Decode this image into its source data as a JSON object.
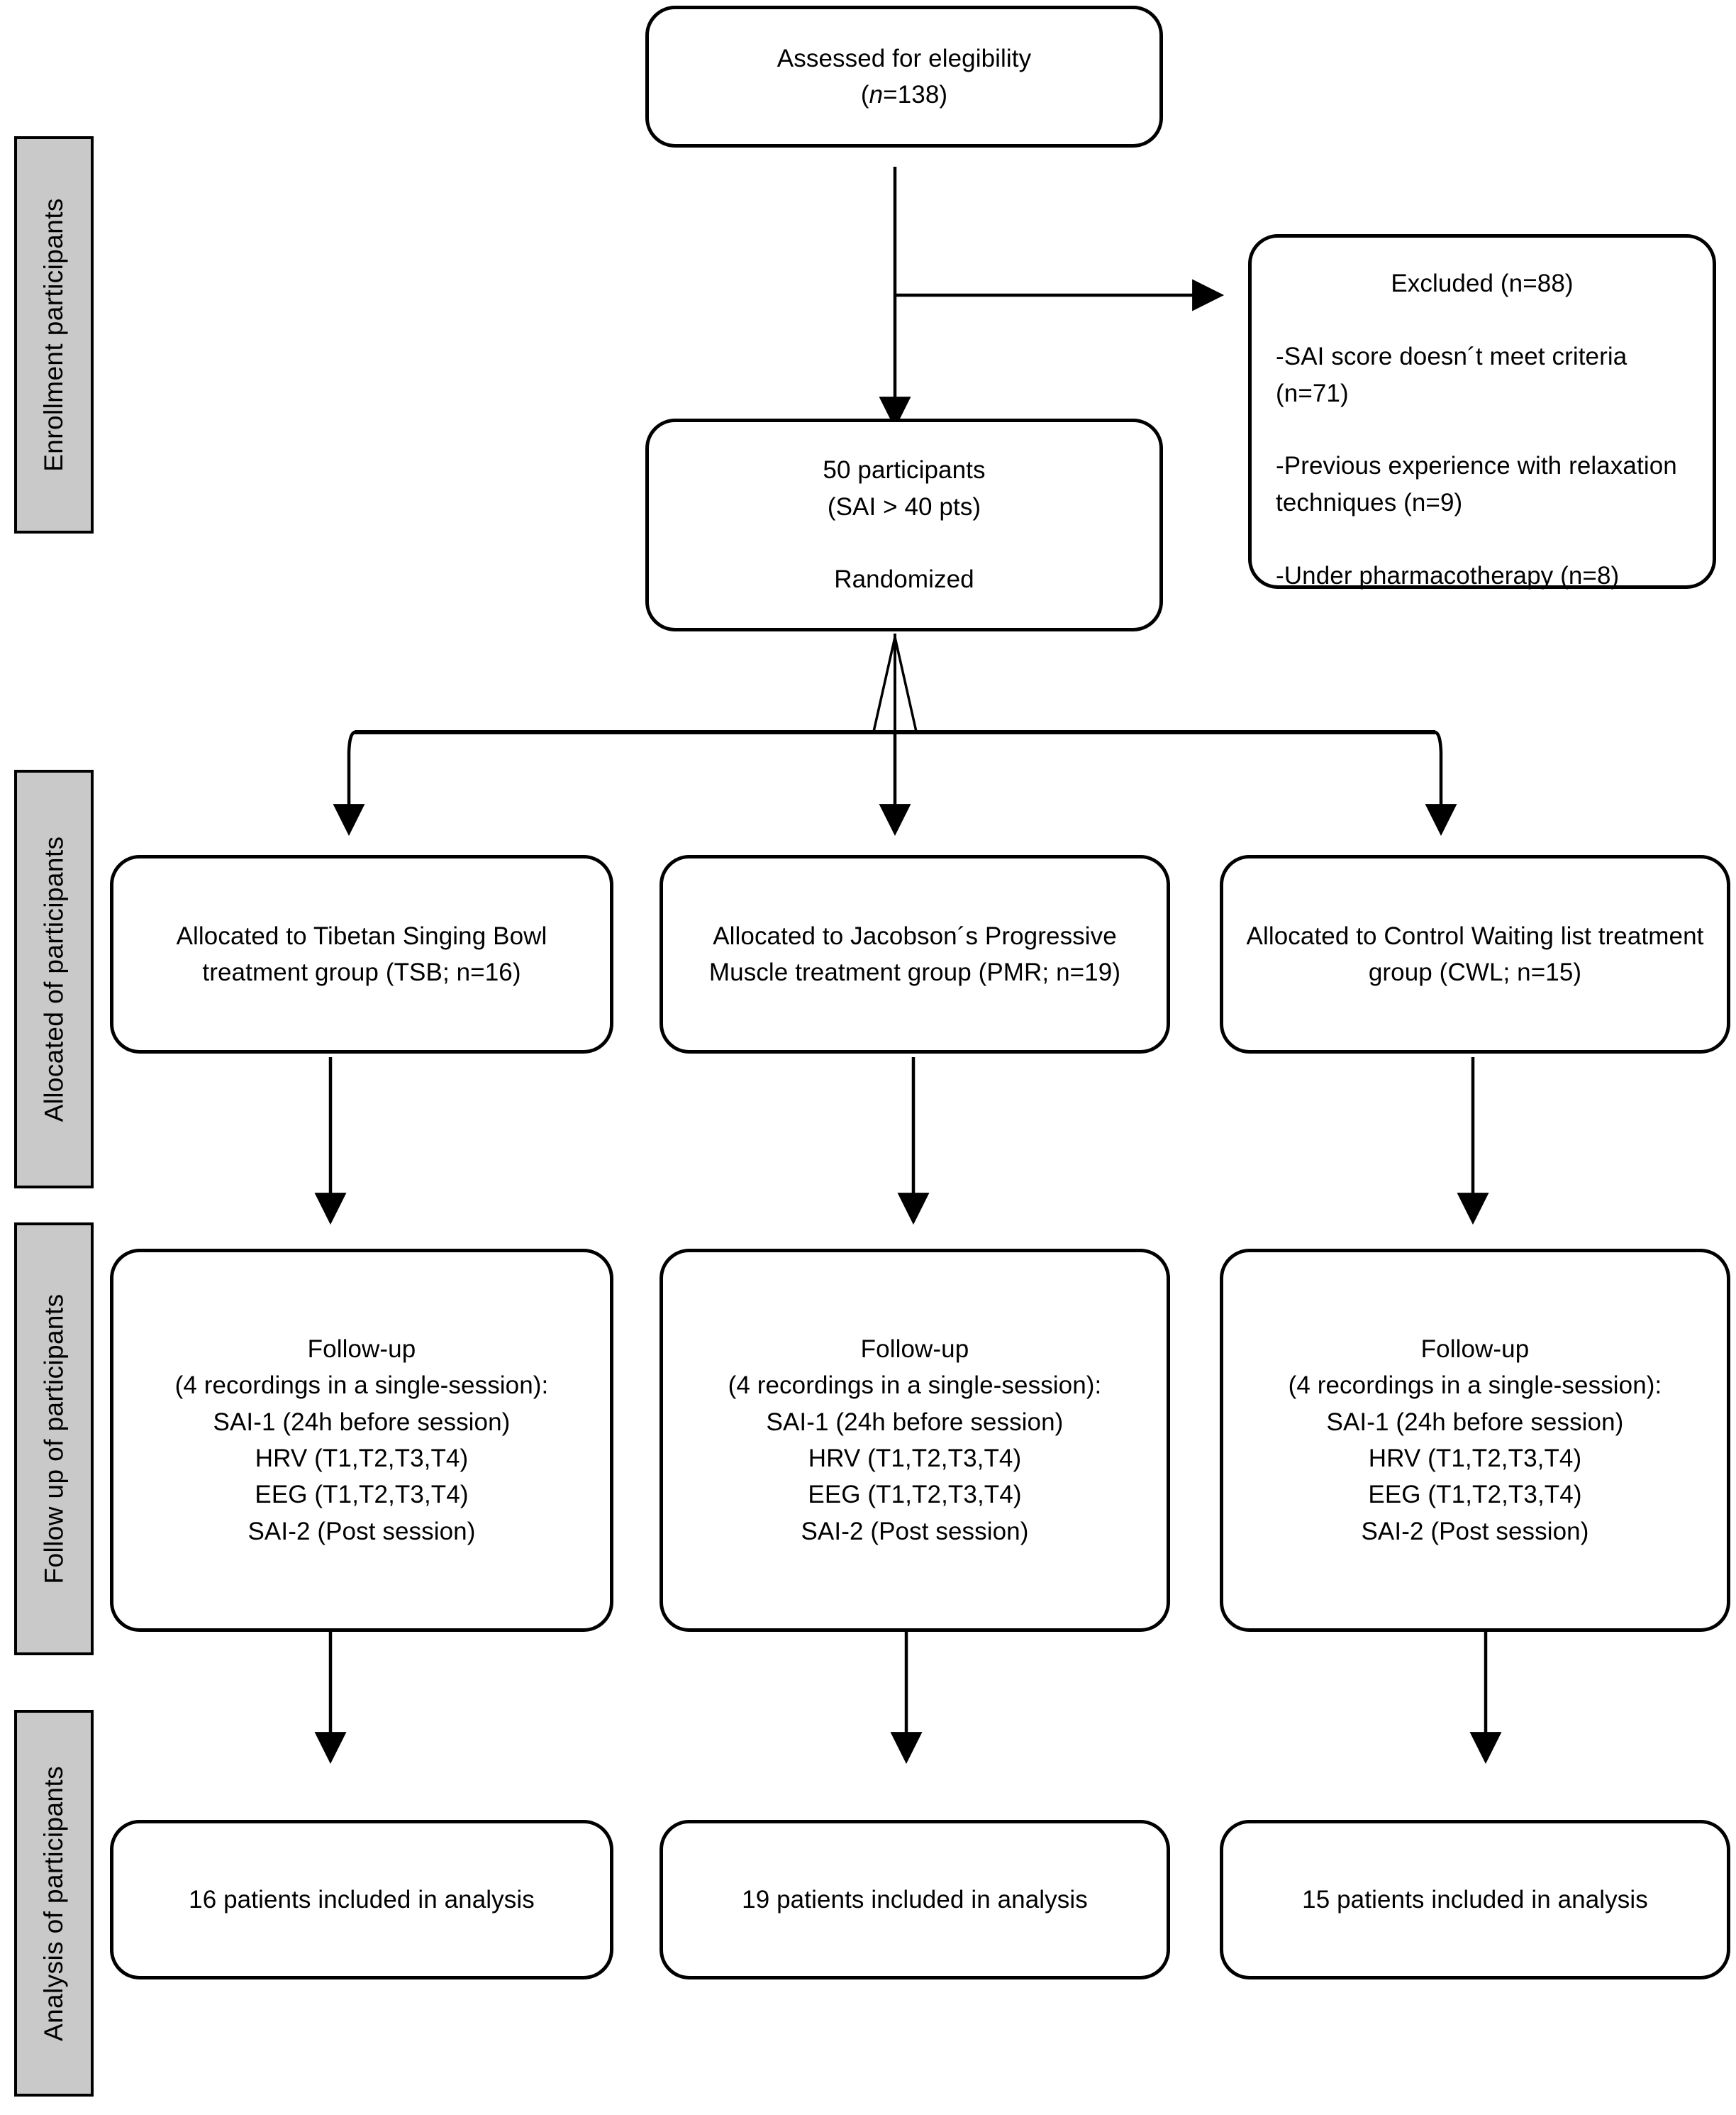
{
  "figure": {
    "type": "consort-flow-diagram",
    "background_color": "#ffffff",
    "line_color": "#000000",
    "stage_tab_fill": "#c9c9c9"
  },
  "stages": [
    {
      "id": "enrollment",
      "label": "Enrollment participants"
    },
    {
      "id": "allocation",
      "label": "Allocated of participants"
    },
    {
      "id": "followup",
      "label": "Follow up of participants"
    },
    {
      "id": "analysis",
      "label": "Analysis of participants"
    }
  ],
  "nodes": {
    "assessed": {
      "line1": "Assessed for elegibility",
      "line2_prefix": "(",
      "line2_italic": "n",
      "line2_suffix": "=138)"
    },
    "excluded": {
      "heading": "Excluded (n=88)",
      "items": [
        "-SAI score doesn´t meet criteria (n=71)",
        "-Previous experience with relaxation techniques (n=9)",
        "-Under pharmacotherapy (n=8)"
      ]
    },
    "randomized": {
      "text": "50 participants\n(SAI > 40 pts)\n\nRandomized"
    },
    "allocated_tsb": {
      "text": "Allocated to Tibetan Singing Bowl treatment group (TSB; n=16)"
    },
    "allocated_pmr": {
      "text": "Allocated to Jacobson´s Progressive Muscle treatment group (PMR; n=19)"
    },
    "allocated_cwl": {
      "text": "Allocated to Control Waiting list treatment group (CWL; n=15)"
    },
    "followup_tsb": {
      "text": "Follow-up\n(4 recordings in a single-session):\nSAI-1 (24h before session)\nHRV (T1,T2,T3,T4)\nEEG (T1,T2,T3,T4)\nSAI-2 (Post session)"
    },
    "followup_pmr": {
      "text": "Follow-up\n(4 recordings in a single-session):\nSAI-1 (24h before session)\nHRV (T1,T2,T3,T4)\nEEG (T1,T2,T3,T4)\nSAI-2 (Post session)"
    },
    "followup_cwl": {
      "text": "Follow-up\n(4 recordings in a single-session):\nSAI-1 (24h before session)\nHRV (T1,T2,T3,T4)\nEEG (T1,T2,T3,T4)\nSAI-2 (Post session)"
    },
    "analysis_tsb": {
      "text": "16 patients included in analysis"
    },
    "analysis_pmr": {
      "text": "19 patients included in analysis"
    },
    "analysis_cwl": {
      "text": "15 patients included in analysis"
    }
  }
}
